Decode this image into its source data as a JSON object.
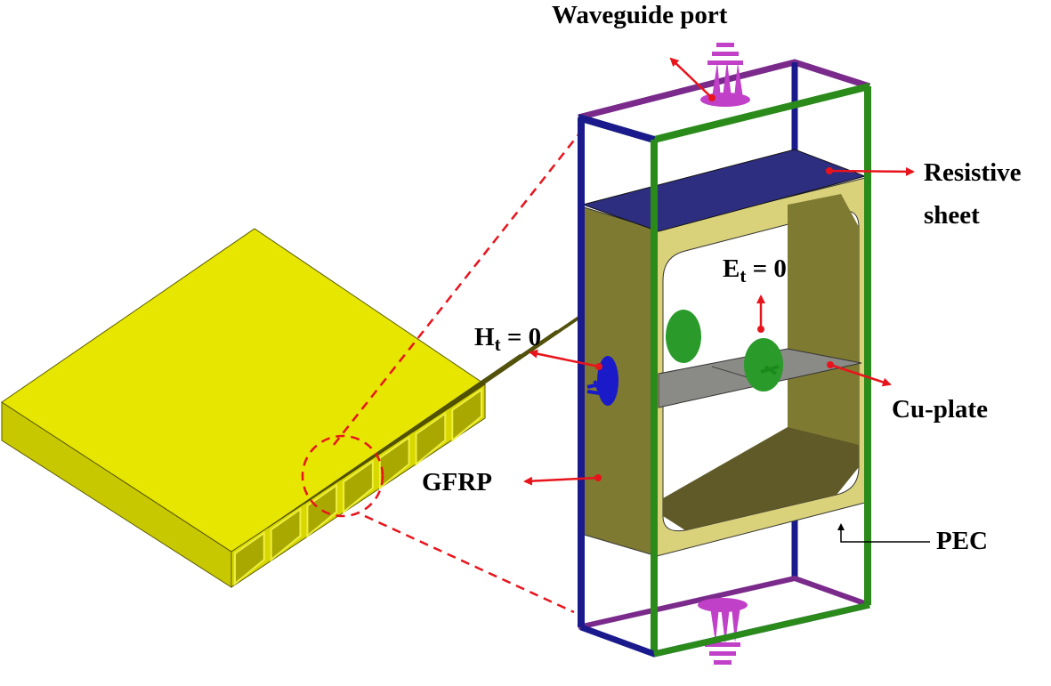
{
  "labels": {
    "waveguide_port": "Waveguide port",
    "resistive_sheet_line1": "Resistive",
    "resistive_sheet_line2": "sheet",
    "e_field": {
      "symbol": "E",
      "subscript": "t",
      "rest": " = 0"
    },
    "h_field": {
      "symbol": "H",
      "subscript": "t",
      "rest": " = 0"
    },
    "cu_plate": "Cu-plate",
    "gfrp": "GFRP",
    "pec": "PEC"
  },
  "colors": {
    "gfrp_yellow": "#e6e600",
    "gfrp_olive": "#7f7a32",
    "frame_blue": "#1a1a8c",
    "frame_green": "#2a8a1a",
    "frame_purple": "#7a2a8a",
    "resistive_sheet": "#2e2e80",
    "cu_plate": "#8a8a86",
    "port_magenta": "#c040c8",
    "annotation_red": "#e8141c"
  }
}
